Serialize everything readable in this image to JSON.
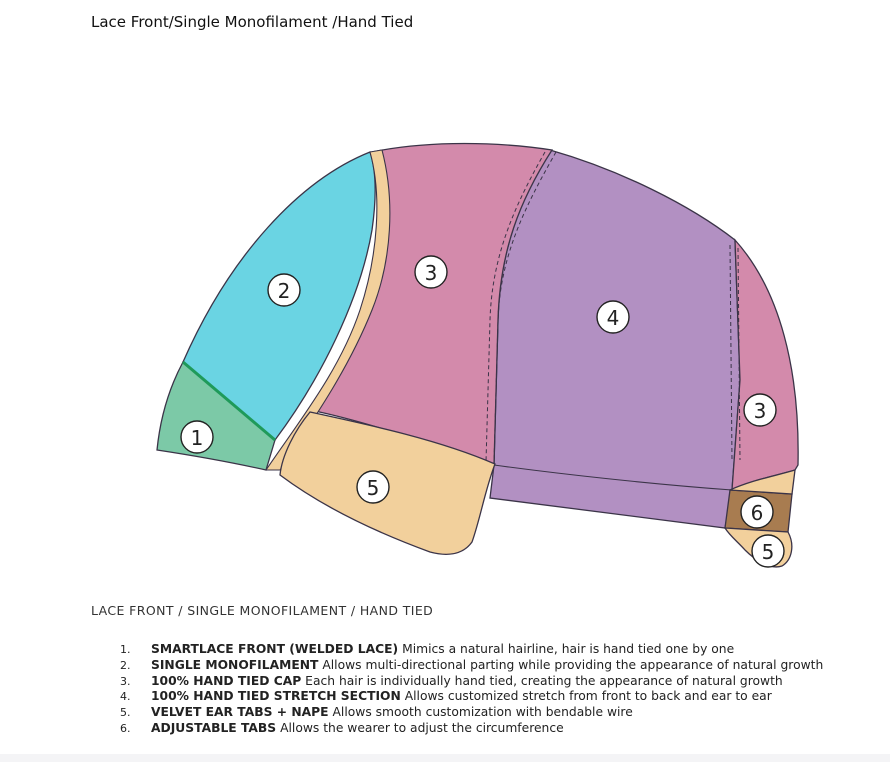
{
  "page_title": "Lace Front/Single Monofilament /Hand Tied",
  "diagram": {
    "section_labels": [
      "1",
      "2",
      "3",
      "4",
      "3",
      "5",
      "6",
      "5"
    ],
    "colors": {
      "lace_front": "#7cc9a7",
      "monofilament": "#6ad4e3",
      "hand_tied": "#d38aab",
      "stretch": "#b290c2",
      "ear_tab": "#f2d09c",
      "adjustable_tab": "#a87c50",
      "outline": "#3b3448"
    }
  },
  "subtitle": "LACE FRONT / SINGLE MONOFILAMENT / HAND TIED",
  "legend": [
    {
      "num": "1.",
      "term": "SMARTLACE FRONT (WELDED LACE)",
      "desc": " Mimics a natural hairline, hair is hand tied one by one"
    },
    {
      "num": "2.",
      "term": "SINGLE MONOFILAMENT",
      "desc": " Allows multi-directional parting while providing the appearance of natural growth"
    },
    {
      "num": "3.",
      "term": "100% HAND TIED CAP",
      "desc": " Each hair is individually hand tied, creating the appearance of natural growth"
    },
    {
      "num": "4.",
      "term": "100% HAND TIED STRETCH SECTION",
      "desc": " Allows customized stretch from front to back and ear to ear"
    },
    {
      "num": "5.",
      "term": "VELVET EAR TABS + NAPE",
      "desc": " Allows smooth customization with bendable wire"
    },
    {
      "num": "6.",
      "term": "ADJUSTABLE TABS",
      "desc": " Allows the wearer to adjust the circumference"
    }
  ]
}
